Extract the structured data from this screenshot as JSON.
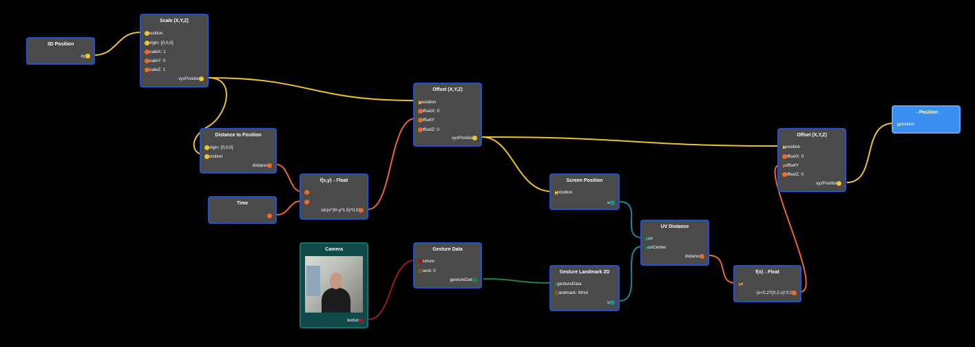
{
  "nodes": {
    "pos3d": {
      "title": "3D Position",
      "outputs": [
        "xyz"
      ]
    },
    "scale": {
      "title": "Scale (X,Y,Z)",
      "inputs": [
        "position",
        "origin: [0,0,0]",
        "scaleX: 1",
        "scaleY: 0",
        "scaleZ: 1"
      ],
      "outputs": [
        "xyzPosition"
      ]
    },
    "distance": {
      "title": "Distance to Position",
      "inputs": [
        "origin: [0,0,0]",
        "position"
      ],
      "outputs": [
        "distance"
      ]
    },
    "time": {
      "title": "Time",
      "outputs": [
        "t"
      ]
    },
    "fxy": {
      "title": "f(x,y)→Float",
      "inputs": [
        "x",
        "y"
      ],
      "outputs": [
        "sin(x*30-y*1.5)*0.02"
      ]
    },
    "offset1": {
      "title": "Offset (X,Y,Z)",
      "inputs": [
        "position",
        "offsetX: 0",
        "offsetY",
        "offsetZ: 0"
      ],
      "outputs": [
        "xyzPosition"
      ]
    },
    "camera": {
      "title": "Camera",
      "outputs": [
        "texture"
      ]
    },
    "gesture": {
      "title": "Gesture Data",
      "inputs": [
        "texture",
        "hand: 0"
      ],
      "outputs": [
        "gestureData"
      ]
    },
    "screen": {
      "title": "Screen Position",
      "inputs": [
        "position"
      ],
      "outputs": [
        "uv"
      ]
    },
    "landmark": {
      "title": "Gesture Landmark 2D",
      "inputs": [
        "gestureData",
        "landmark: Wrist"
      ],
      "outputs": [
        "uv"
      ]
    },
    "uvdist": {
      "title": "UV Distance",
      "inputs": [
        "uv",
        "uvCenter"
      ],
      "outputs": [
        "distance"
      ]
    },
    "fx": {
      "title": "f(x)→Float",
      "inputs": [
        "x"
      ],
      "outputs": [
        "(x<0.2?(0.2-x)*2:0)"
      ]
    },
    "offset2": {
      "title": "Offset (X,Y,Z)",
      "inputs": [
        "position",
        "offsetX: 0",
        "offsetY",
        "offsetZ: 0"
      ],
      "outputs": [
        "xyzPosition"
      ]
    },
    "outpos": {
      "title": "→Position",
      "inputs": [
        "position"
      ]
    }
  },
  "colors": {
    "position": "#f0c431",
    "float": "#ea6b2f",
    "uv": "#1b8c93",
    "gesture": "#1e8240",
    "texture": "#9a1d1d",
    "node_border": "#1f55c8",
    "output_node": "#3a8ff0"
  }
}
